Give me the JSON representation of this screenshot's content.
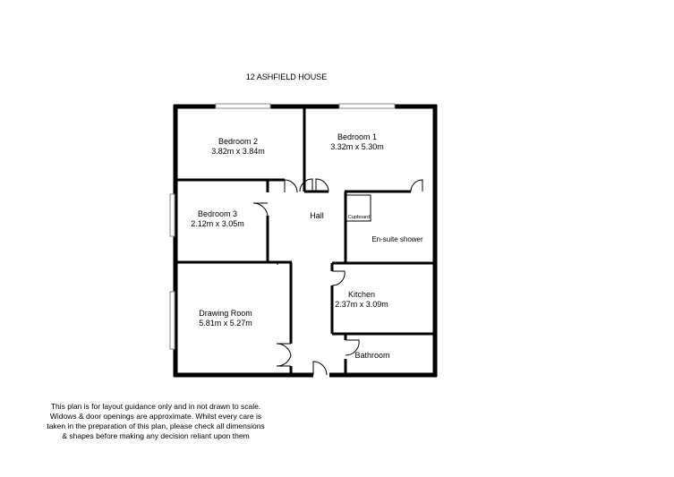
{
  "title": "12 ASHFIELD HOUSE",
  "rooms": {
    "bedroom2": {
      "name": "Bedroom 2",
      "dims": "3.82m x 3.84m"
    },
    "bedroom1": {
      "name": "Bedroom 1",
      "dims": "3.32m x 5.30m"
    },
    "bedroom3": {
      "name": "Bedroom 3",
      "dims": "2.12m x 3.05m"
    },
    "hall": {
      "name": "Hall"
    },
    "cupboard": {
      "name": "Cupboard"
    },
    "ensuite": {
      "name": "En-suite shower"
    },
    "kitchen": {
      "name": "Kitchen",
      "dims": "2.37m x 3.09m"
    },
    "drawing": {
      "name": "Drawing Room",
      "dims": "5.81m x 5.27m"
    },
    "bathroom": {
      "name": "Bathroom"
    }
  },
  "disclaimer": [
    "This plan is for layout guidance only and in not drawn to scale.",
    "Widows & door openings are approximate.  Whilst every care is",
    "taken in the preparation of this plan, please check all dimensions",
    "& shapes before making any decision reliant upon them"
  ],
  "colors": {
    "wall": "#000000",
    "window": "#bbbbbb",
    "background": "#ffffff"
  }
}
